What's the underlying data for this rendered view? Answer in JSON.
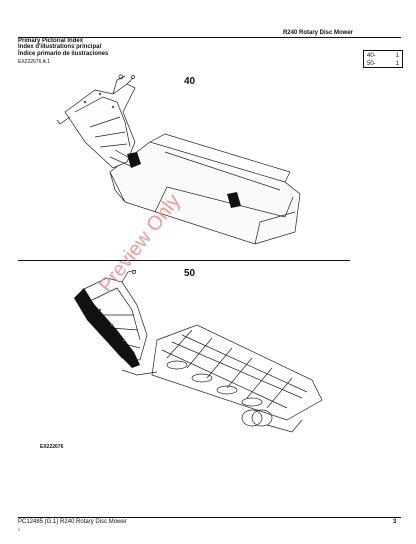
{
  "header": {
    "title": "R240  Rotary  Disc  Mower"
  },
  "index_box": [
    {
      "label": "40-",
      "page": "1"
    },
    {
      "label": "50-",
      "page": "1"
    }
  ],
  "titles": [
    "Primary Pictorial Index",
    "Index d'illustrations principal",
    "Índice primario de ilustraciones"
  ],
  "ref_top": "EX222676 A.1",
  "sections": [
    {
      "number": "40"
    },
    {
      "number": "50"
    }
  ],
  "ref_bottom": "EX222676",
  "watermark": "Preview Only",
  "footer": {
    "left": "PC12485    (G.1)     R240 Rotary Disc Mower",
    "sub": "0",
    "page": "3"
  }
}
